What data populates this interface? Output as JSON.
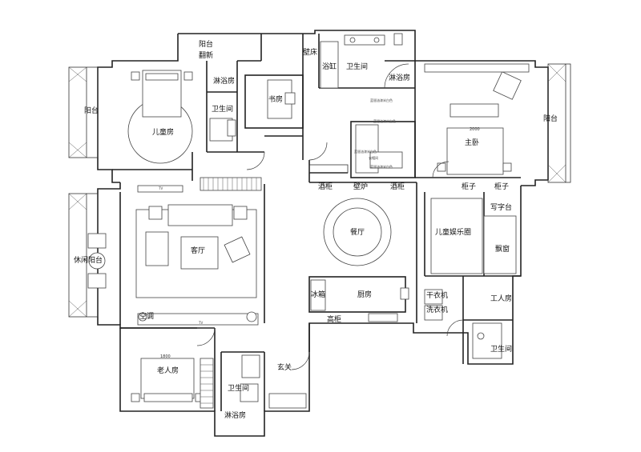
{
  "rooms": {
    "balcony_renovate_1": "阳台",
    "balcony_renovate_2": "翻新",
    "shower_left": "淋浴房",
    "study": "书房",
    "wall_bed": "壁床",
    "bathtub": "浴缸",
    "master_bath": "卫生间",
    "master_shower": "淋浴房",
    "balcony_left": "阳台",
    "childrens_room": "儿童房",
    "bath_left": "卫生间",
    "master_bedroom": "主卧",
    "balcony_right": "阳台",
    "wine_cab_left": "酒柜",
    "fireplace": "壁炉",
    "wine_cab_right": "酒柜",
    "cabinet_1": "柜子",
    "cabinet_2": "柜子",
    "desk": "写字台",
    "dining": "餐厅",
    "kids_play": "儿童娱乐圈",
    "bay_window": "飘窗",
    "leisure_balcony": "休闲阳台",
    "living": "客厅",
    "fridge": "冰箱",
    "kitchen": "厨房",
    "tall_cabinet": "高柜",
    "dryer": "干衣机",
    "washer": "洗衣机",
    "maid_room": "工人房",
    "maid_bath": "卫生间",
    "aircon": "空调",
    "elder_room": "老人房",
    "entrance": "玄关",
    "bath_bottom": "卫生间",
    "shower_bottom": "淋浴房"
  },
  "annotations": {
    "tv_top": "TV",
    "tv_bottom": "TV",
    "dim_master": "2000",
    "dim_elder": "1800",
    "note_1": "蓝银油漆米白色",
    "note_2": "蓝银油漆米白色",
    "note_3": "蓝银油漆米白色",
    "note_4": "蓝银油漆米白色",
    "note_5": "衣帽间"
  }
}
